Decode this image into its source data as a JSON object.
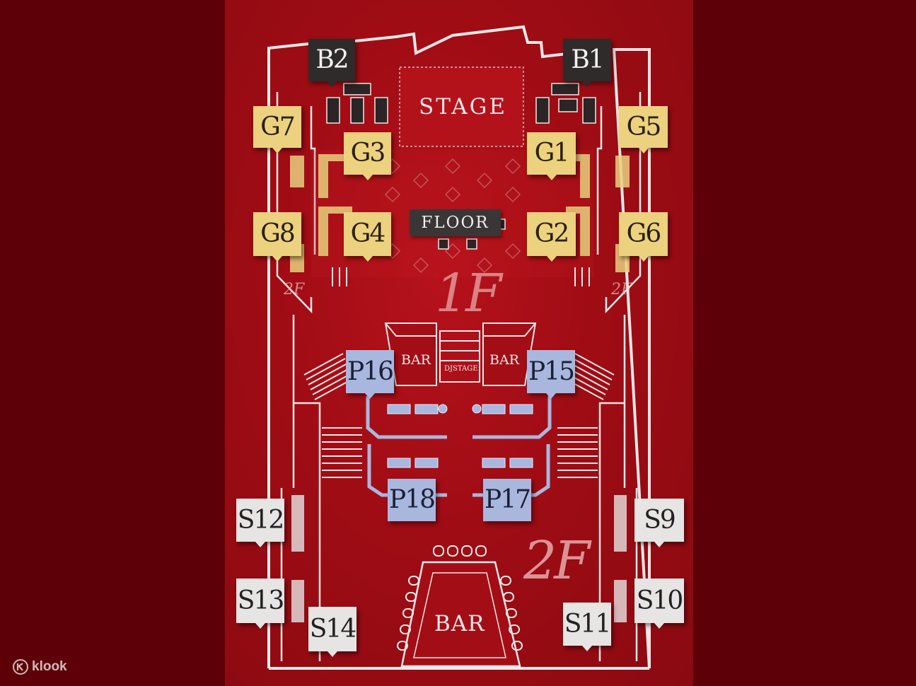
{
  "map": {
    "area_labels": {
      "stage": "STAGE",
      "floor": "FLOOR",
      "first_floor": "1F",
      "second_floor_main": "2F",
      "second_floor_left": "2F",
      "second_floor_right": "2F",
      "bar_left": "BAR",
      "bar_right": "BAR",
      "dj_stage": "DJSTAGE",
      "bar_bottom": "BAR"
    },
    "tables": {
      "b1": "B1",
      "b2": "B2",
      "g1": "G1",
      "g2": "G2",
      "g3": "G3",
      "g4": "G4",
      "g5": "G5",
      "g6": "G6",
      "g7": "G7",
      "g8": "G8",
      "p15": "P15",
      "p16": "P16",
      "p17": "P17",
      "p18": "P18",
      "s9": "S9",
      "s10": "S10",
      "s11": "S11",
      "s12": "S12",
      "s13": "S13",
      "s14": "S14"
    },
    "colors": {
      "background": "#5e0007",
      "venue_red": "#a50f17",
      "wall": "#f4e7e7",
      "g_tier": "#ecd27e",
      "p_tier": "#a9b7df",
      "s_tier": "#e7e4e4",
      "b_tier": "#2e2b2a"
    }
  },
  "watermark": {
    "brand": "klook",
    "icon": "klook-logo-icon"
  }
}
